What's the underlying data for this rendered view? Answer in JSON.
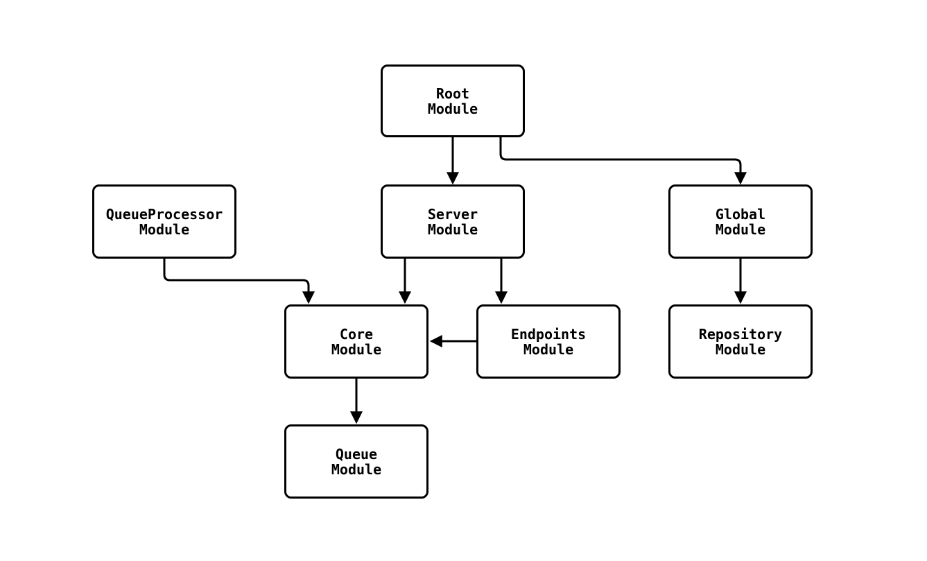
{
  "diagram": {
    "type": "module-dependency-flowchart",
    "background_color": "#ffffff",
    "node_fill_color": "#ffffff",
    "node_border_color": "#000000",
    "edge_color": "#000000",
    "text_color": "#000000",
    "nodes": [
      {
        "id": "root",
        "line1": "Root",
        "line2": "Module"
      },
      {
        "id": "queueprocessor",
        "line1": "QueueProcessor",
        "line2": "Module"
      },
      {
        "id": "server",
        "line1": "Server",
        "line2": "Module"
      },
      {
        "id": "global",
        "line1": "Global",
        "line2": "Module"
      },
      {
        "id": "core",
        "line1": "Core",
        "line2": "Module"
      },
      {
        "id": "endpoints",
        "line1": "Endpoints",
        "line2": "Module"
      },
      {
        "id": "repository",
        "line1": "Repository",
        "line2": "Module"
      },
      {
        "id": "queue",
        "line1": "Queue",
        "line2": "Module"
      }
    ],
    "edges": [
      {
        "from": "Root Module",
        "to": "Server Module"
      },
      {
        "from": "Root Module",
        "to": "Global Module"
      },
      {
        "from": "QueueProcessor Module",
        "to": "Core Module"
      },
      {
        "from": "Server Module",
        "to": "Core Module"
      },
      {
        "from": "Server Module",
        "to": "Endpoints Module"
      },
      {
        "from": "Endpoints Module",
        "to": "Core Module"
      },
      {
        "from": "Global Module",
        "to": "Repository Module"
      },
      {
        "from": "Core Module",
        "to": "Queue Module"
      }
    ]
  }
}
